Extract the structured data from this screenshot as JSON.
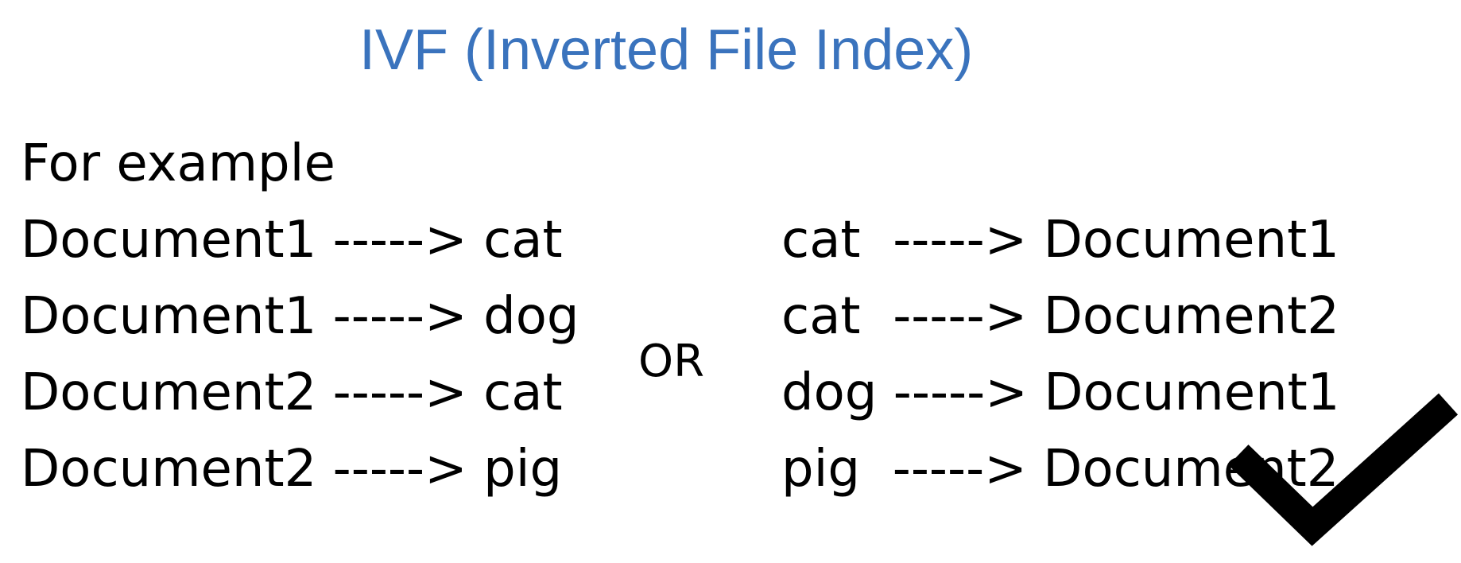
{
  "slide": {
    "title": "IVF (Inverted File Index)",
    "intro": "For example",
    "forward_index": [
      "Document1 -----> cat",
      "Document1 -----> dog",
      "Document2 -----> cat",
      "Document2 -----> pig"
    ],
    "separator": "OR",
    "inverted_index": [
      "cat  -----> Document1",
      "cat  -----> Document2",
      "dog -----> Document1",
      "pig  -----> Document2"
    ],
    "marker_icon": "checkmark-icon",
    "colors": {
      "title": "#3a73bd",
      "text": "#000000",
      "background": "#ffffff"
    }
  }
}
